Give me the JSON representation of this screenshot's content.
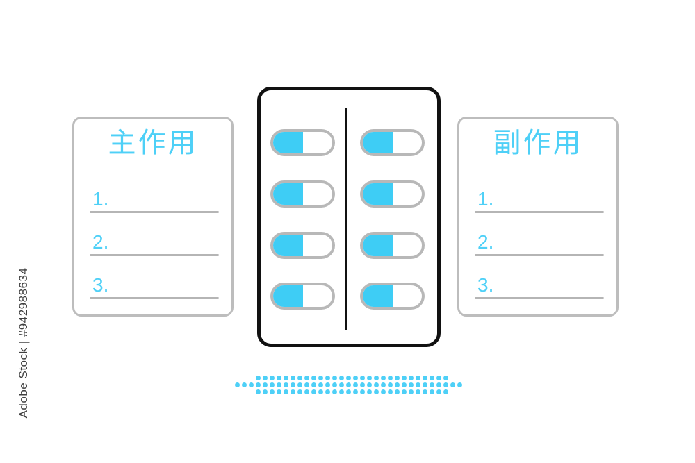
{
  "illustration": {
    "title": "Medication main effects and side effects worksheet",
    "background_color": "#ffffff",
    "accent_color": "#3ecdf5",
    "text_accent_color": "#4ed0f7",
    "outline_gray": "#b8b8b8",
    "outline_black": "#111111"
  },
  "cards": {
    "main_effect": {
      "title": "主作用",
      "numbers": [
        "1.",
        "2.",
        "3."
      ]
    },
    "side_effect": {
      "title": "副作用",
      "numbers": [
        "1.",
        "2.",
        "3."
      ]
    }
  },
  "blister_pack": {
    "rows": 4,
    "columns": 2,
    "pill_count": 8,
    "pill_fill_color": "#3ecdf5",
    "pill_body_color": "#ffffff",
    "pill_border_color": "#b8b8b8",
    "divider": "vertical-perforation-line",
    "pills": [
      {
        "row": 1,
        "column": "left",
        "fill_fraction": 0.5
      },
      {
        "row": 1,
        "column": "right",
        "fill_fraction": 0.5
      },
      {
        "row": 2,
        "column": "left",
        "fill_fraction": 0.5
      },
      {
        "row": 2,
        "column": "right",
        "fill_fraction": 0.5
      },
      {
        "row": 3,
        "column": "left",
        "fill_fraction": 0.5
      },
      {
        "row": 3,
        "column": "right",
        "fill_fraction": 0.5
      },
      {
        "row": 4,
        "column": "left",
        "fill_fraction": 0.5
      },
      {
        "row": 4,
        "column": "right",
        "fill_fraction": 0.5
      }
    ]
  },
  "shadow": {
    "style": "halftone-dot-ellipse",
    "dot_color": "#4ed0f7",
    "rows": [
      28,
      33,
      28
    ]
  },
  "watermark": {
    "text": "Adobe Stock | #942988634"
  }
}
